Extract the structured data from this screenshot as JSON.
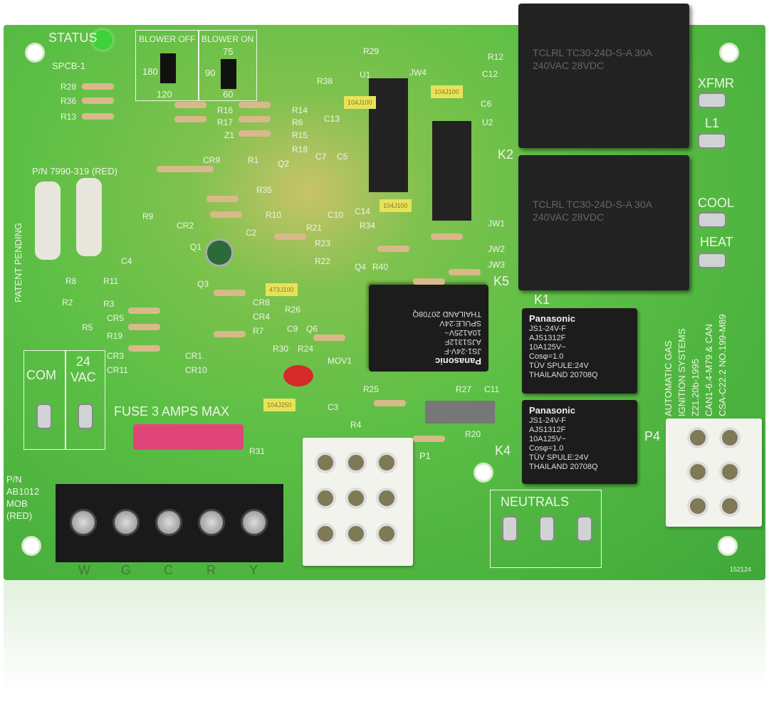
{
  "board": {
    "status": "STATUS",
    "model": "SPCB-1",
    "blower_off": "BLOWER OFF",
    "blower_on": "BLOWER ON",
    "off_settings": [
      "180",
      "120"
    ],
    "on_settings": [
      "90",
      "75",
      "60"
    ],
    "part_number": "P/N 7990-319 (RED)",
    "patent": "PATENT PENDING",
    "com": "COM",
    "vac": "24\nVAC",
    "fuse": "FUSE 3 AMPS MAX",
    "terminal_pn": [
      "P/N",
      "AB1012",
      "MOB",
      "(RED)"
    ],
    "terminals": [
      "W",
      "G",
      "C",
      "R",
      "Y"
    ],
    "neutrals": "NEUTRALS",
    "xfmr": "XFMR",
    "l1": "L1",
    "cool": "COOL",
    "heat": "HEAT",
    "cert": [
      "AUTOMATIC GAS",
      "IGNITION SYSTEMS",
      "Z21.20b-1995",
      "CAN1-6.4-M79 & CAN",
      "CSA-C22.2 NO.199-M89"
    ],
    "serial": "152124",
    "connectors": {
      "p1": "P1",
      "p4": "P4"
    },
    "relays": {
      "k1": {
        "label": "K1",
        "brand": "Panasonic",
        "lines": [
          "JS1-24V-F",
          "AJS1312F",
          "10A125V~",
          "Cosφ=1.0",
          "TÜV SPULE:24V",
          "THAILAND 20708Q"
        ]
      },
      "k4": {
        "label": "K4",
        "brand": "Panasonic",
        "lines": [
          "JS1-24V-F",
          "AJS1312F",
          "10A125V~",
          "Cosφ=1.0",
          "TÜV SPULE:24V",
          "THAILAND 20708Q"
        ]
      },
      "k5": {
        "label": "K5",
        "brand": "Panasonic",
        "lines": [
          "JS1-24V-F",
          "AJS1312F",
          "10A125V~",
          "SPULE:24V",
          "THAILAND 20708Q"
        ]
      },
      "k2": {
        "label": "K2",
        "text": "TCLRL TC30-24D-S-A 30A 240VAC 28VDC"
      }
    },
    "components": [
      "R28",
      "R36",
      "R13",
      "R16",
      "R17",
      "Z1",
      "R14",
      "R6",
      "R15",
      "R18",
      "CR9",
      "R1",
      "Q2",
      "R35",
      "R38",
      "R29",
      "U1",
      "JW4",
      "R12",
      "C12",
      "C6",
      "C13",
      "U2",
      "C7",
      "C5",
      "C14",
      "JW1",
      "R9",
      "CR2",
      "R10",
      "C2",
      "Q1",
      "C4",
      "Q3",
      "R21",
      "R23",
      "R22",
      "C10",
      "R34",
      "JW2",
      "R40",
      "Q4",
      "JW3",
      "R8",
      "R11",
      "R2",
      "R3",
      "CR5",
      "R5",
      "R19",
      "CR8",
      "CR4",
      "R7",
      "C9",
      "Q6",
      "R26",
      "R24",
      "R30",
      "CR3",
      "CR1",
      "CR11",
      "CR10",
      "MOV1",
      "R25",
      "R27",
      "C11",
      "C3",
      "R4",
      "R20",
      "R31"
    ],
    "cap_labels": [
      "104J100",
      "104J100",
      "104J100",
      "473J100",
      "104J250"
    ]
  },
  "colors": {
    "board": "#5cbf45",
    "silkscreen": "#eef5e6",
    "relay": "#1c1c1c",
    "fuse": "#e0457a",
    "led": "#3fd23a",
    "mov": "#d72a2a"
  }
}
